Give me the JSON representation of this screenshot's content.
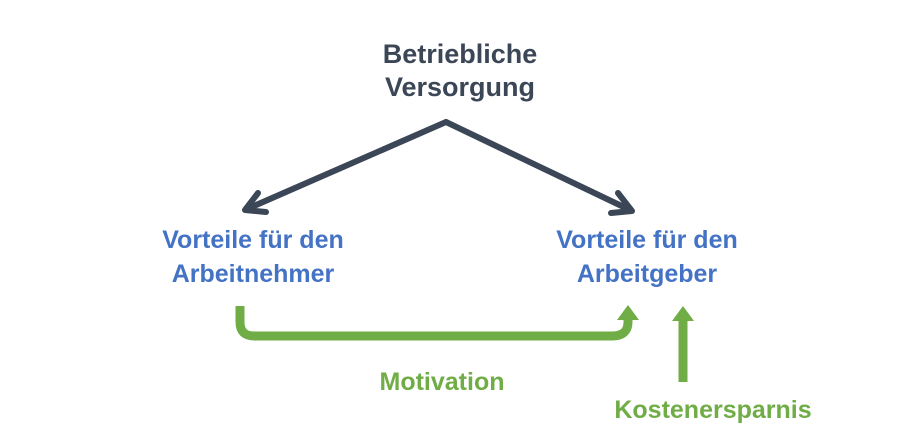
{
  "title": {
    "line1": "Betriebliche",
    "line2": "Versorgung"
  },
  "left": {
    "line1": "Vorteile für den",
    "line2": "Arbeitnehmer"
  },
  "right": {
    "line1": "Vorteile für den",
    "line2": "Arbeitgeber"
  },
  "motivation": "Motivation",
  "kosten": "Kostenersparnis",
  "colors": {
    "title": "#3b4656",
    "blue": "#4472c4",
    "green": "#70ad47"
  }
}
